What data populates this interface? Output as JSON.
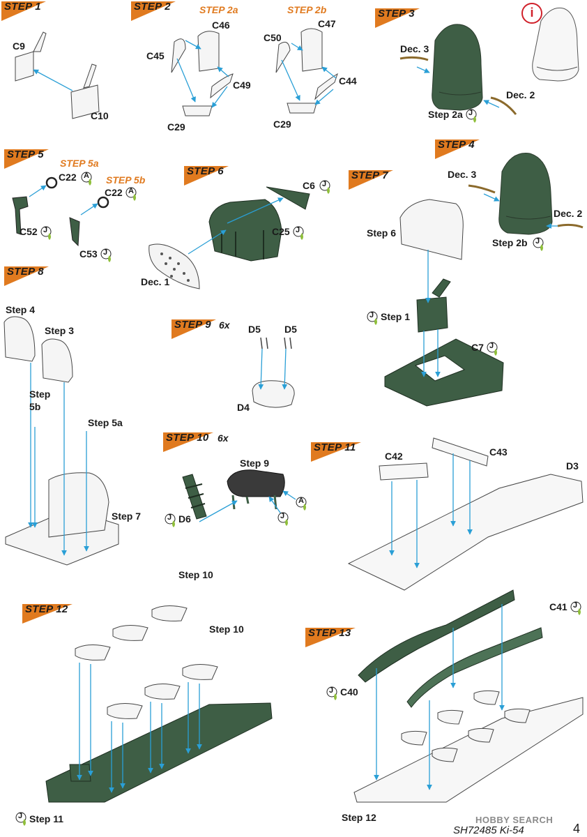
{
  "steps": {
    "s1": "STEP 1",
    "s2": "STEP 2",
    "s3": "STEP 3",
    "s4": "STEP 4",
    "s5": "STEP 5",
    "s6": "STEP 6",
    "s7": "STEP 7",
    "s8": "STEP 8",
    "s9": "STEP 9",
    "s10": "STEP 10",
    "s11": "STEP 11",
    "s12": "STEP 12",
    "s13": "STEP 13"
  },
  "multipliers": {
    "s9": "6x",
    "s10": "6x"
  },
  "substeps": {
    "s2a": "STEP 2a",
    "s2b": "STEP 2b",
    "s5a": "STEP 5a",
    "s5b": "STEP 5b"
  },
  "labels": {
    "c9": "C9",
    "c10": "C10",
    "c46": "C46",
    "c45": "C45",
    "c49": "C49",
    "c29a": "C29",
    "c50": "C50",
    "c47": "C47",
    "c44": "C44",
    "c29b": "C29",
    "dec3a": "Dec. 3",
    "dec2a": "Dec. 2",
    "step2a_ref": "Step 2a",
    "c22a": "C22",
    "c22b": "C22",
    "c52": "C52",
    "c53": "C53",
    "c6": "C6",
    "c25": "C25",
    "dec1": "Dec. 1",
    "dec3b": "Dec. 3",
    "dec2b": "Dec. 2",
    "step2b_ref": "Step 2b",
    "step6_ref": "Step 6",
    "step1_ref": "Step 1",
    "c7": "C7",
    "step4_ref": "Step 4",
    "step3_ref": "Step 3",
    "step5b_ref": "Step\n5b",
    "step5a_ref": "Step 5a",
    "step7_ref": "Step 7",
    "d5a": "D5",
    "d5b": "D5",
    "d4": "D4",
    "step9_ref": "Step 9",
    "d6": "D6",
    "c42": "C42",
    "c43": "C43",
    "d3": "D3",
    "step10a_ref": "Step 10",
    "step10b_ref": "Step 10",
    "step11_ref": "Step 11",
    "c41": "C41",
    "c40": "C40",
    "step12_ref": "Step 12"
  },
  "badges": {
    "j": "J",
    "a": "A"
  },
  "info_icon": "i",
  "footer": {
    "model": "SH72485 Ki-54",
    "page": "4",
    "watermark": "HOBBY SEARCH"
  },
  "colors": {
    "orange": "#e07a1f",
    "green": "#3e5e45",
    "green_light": "#4d7256",
    "arrow": "#2a9fd6",
    "paint_drop": "#8fbf3a"
  }
}
